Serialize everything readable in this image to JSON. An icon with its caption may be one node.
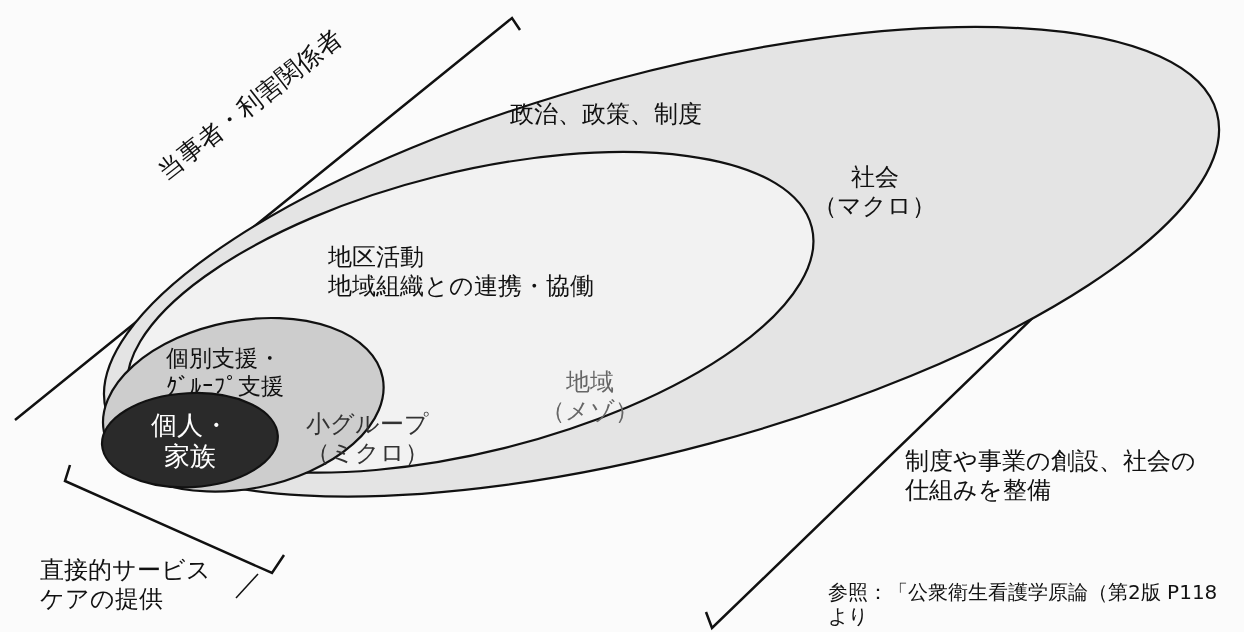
{
  "diagram": {
    "nodes": [
      {
        "text": [
          "政治、政策、制度",
          "社会（マクロ）"
        ]
      },
      {
        "text": [
          "地区活動地域組織との連携・協働",
          "地域（メゾ）"
        ],
        "in": 0
      },
      {
        "text": [
          "個別支援・ｸﾞﾙｰﾌﾟ支援",
          "小グループ（ミクロ）"
        ],
        "in": 1
      },
      {
        "text": [
          "個人・家族"
        ],
        "in": 2
      },
      {
        "text": [
          "直接的サービスケアの提供"
        ]
      },
      {
        "text": [],
        "shape": "bracket"
      }
    ],
    "edges": [
      {
        "from": 4,
        "to": 5,
        "arrow": "none"
      }
    ],
    "labels": [
      "当事者・利害関係者",
      "制度や事業の創設、社会の仕組みを整備",
      "参照：「公衆衛生看護学原論（第2版 P118 より"
    ]
  }
}
